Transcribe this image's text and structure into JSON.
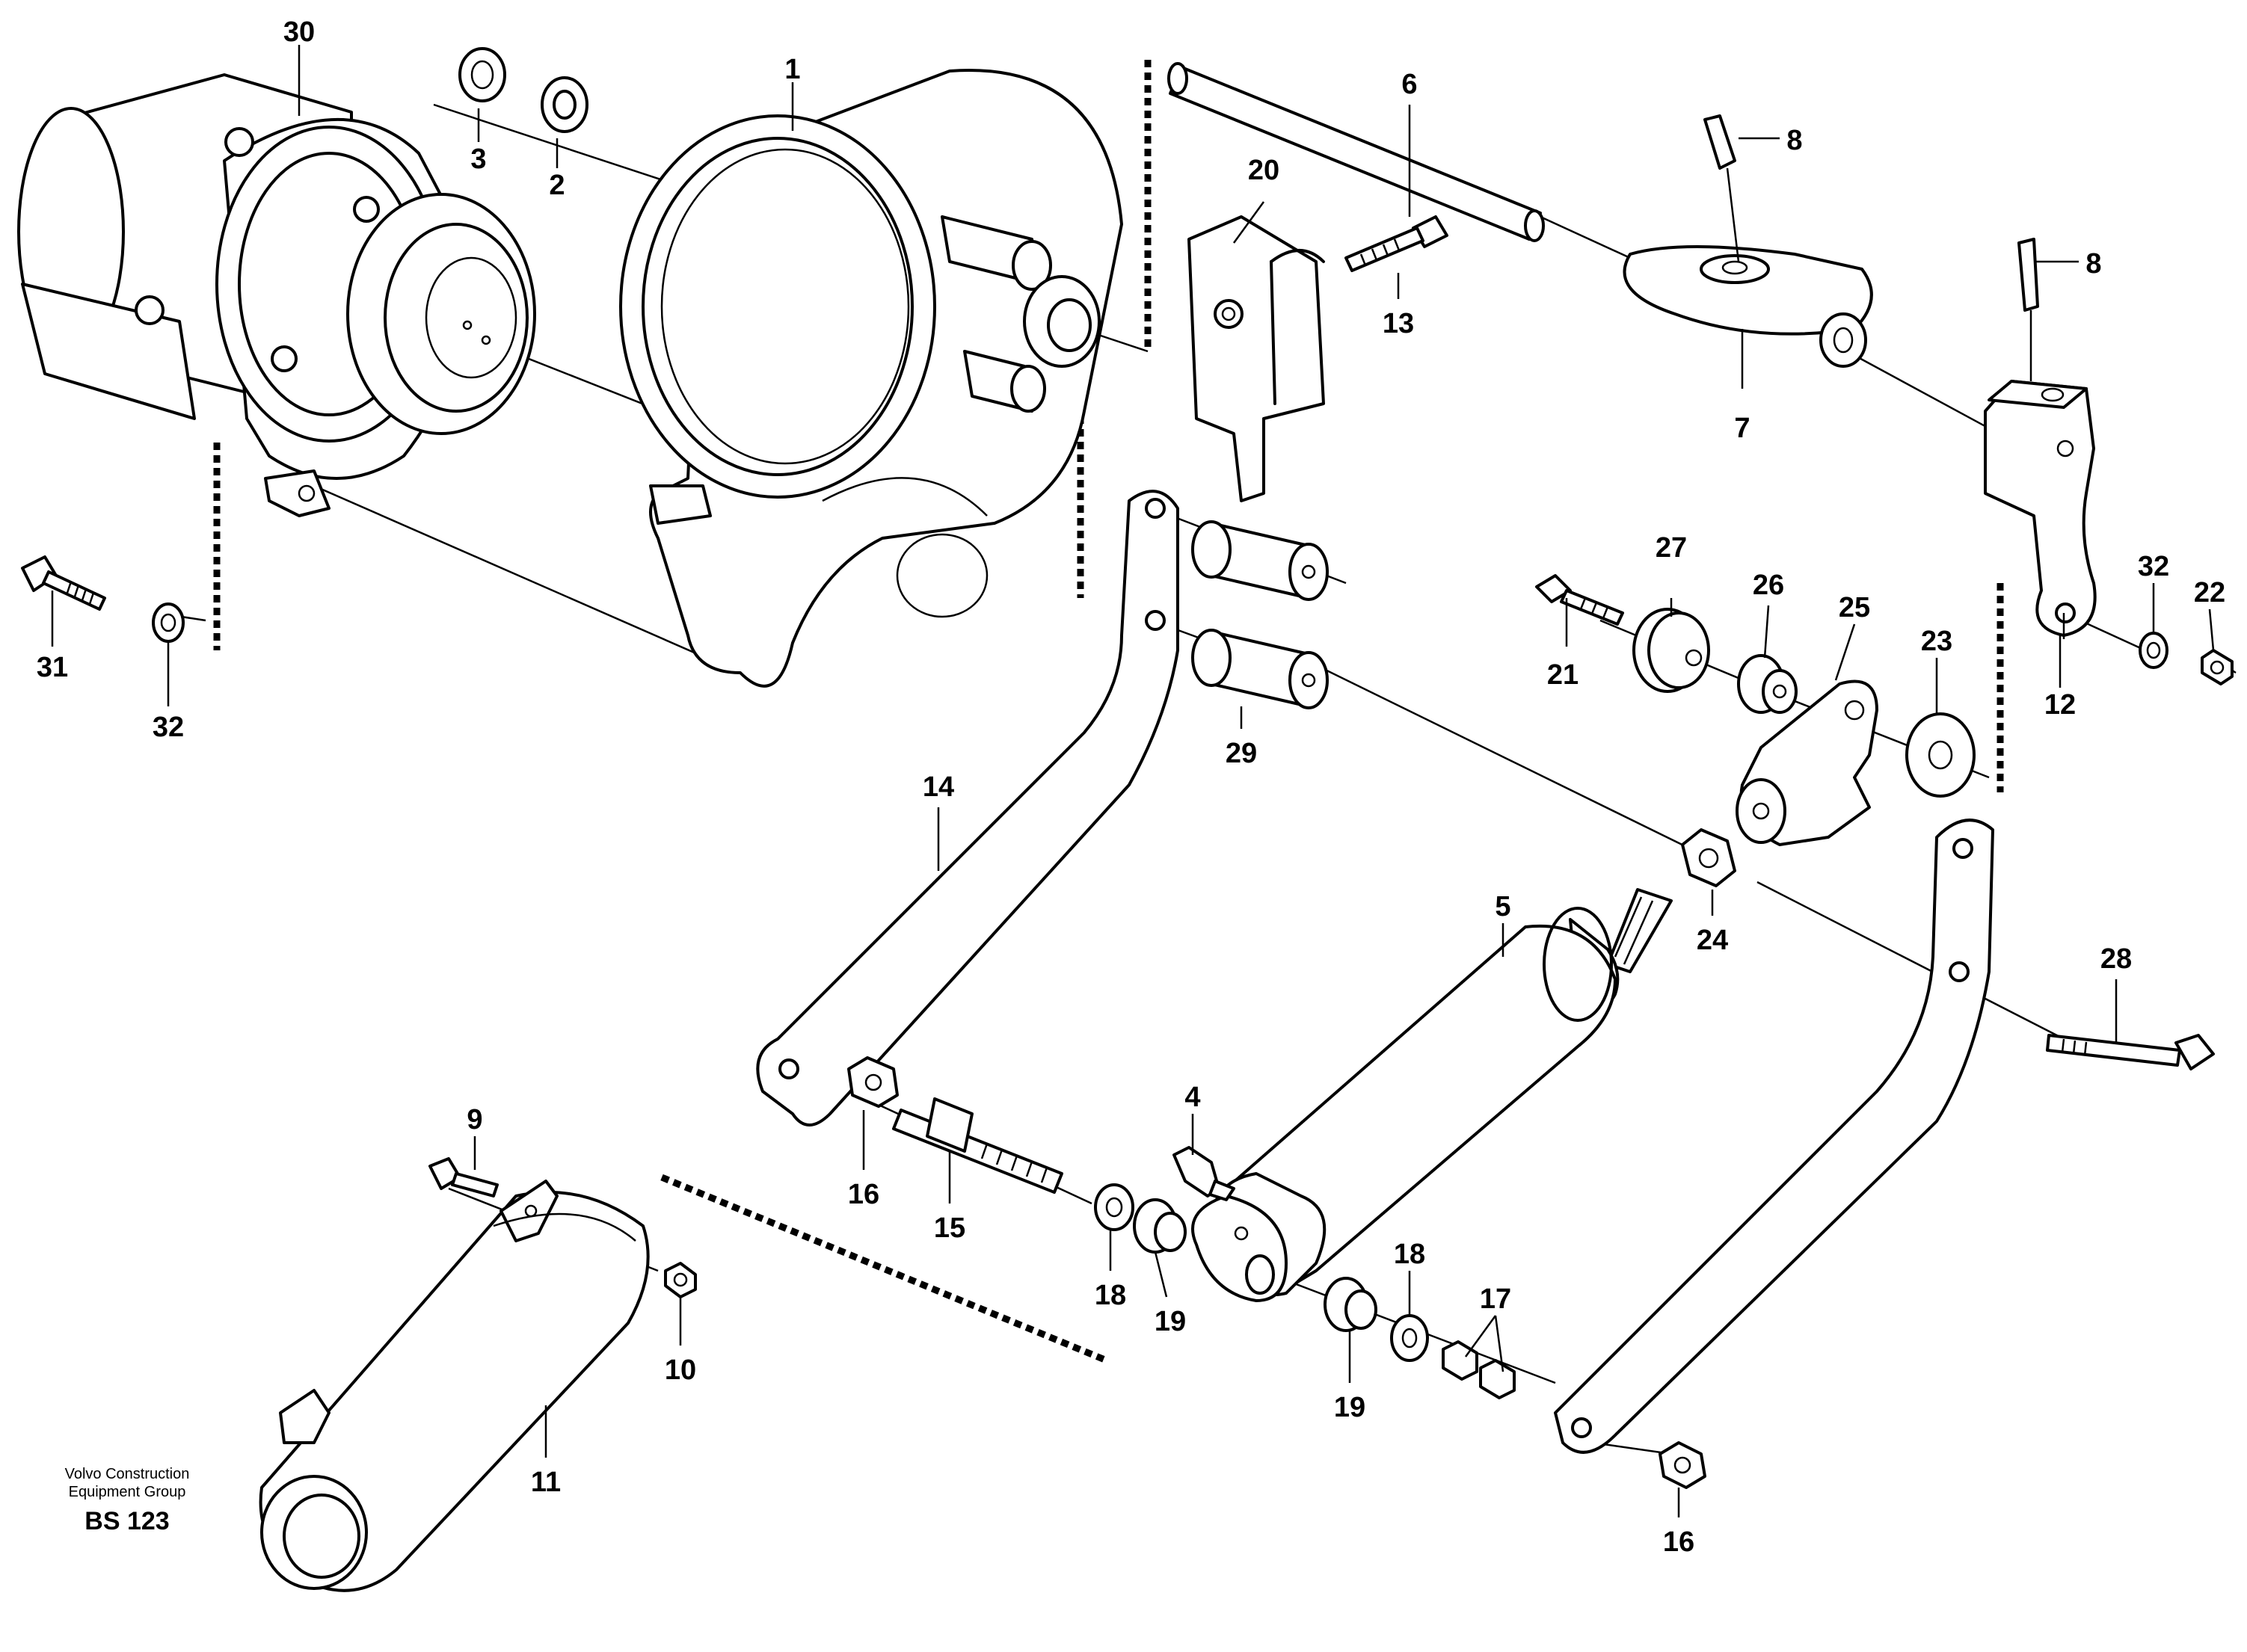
{
  "callouts": {
    "c1": "1",
    "c2": "2",
    "c3": "3",
    "c4": "4",
    "c5": "5",
    "c6": "6",
    "c7": "7",
    "c8a": "8",
    "c8b": "8",
    "c9": "9",
    "c10": "10",
    "c11": "11",
    "c12": "12",
    "c13": "13",
    "c14": "14",
    "c15": "15",
    "c16a": "16",
    "c16b": "16",
    "c17": "17",
    "c18a": "18",
    "c18b": "18",
    "c19a": "19",
    "c19b": "19",
    "c20": "20",
    "c21": "21",
    "c22": "22",
    "c23": "23",
    "c24": "24",
    "c25": "25",
    "c26": "26",
    "c27": "27",
    "c28": "28",
    "c29": "29",
    "c30": "30",
    "c31": "31",
    "c32a": "32",
    "c32b": "32"
  },
  "footer": {
    "org_line1": "Volvo Construction",
    "org_line2": "Equipment Group",
    "code": "BS 123"
  }
}
